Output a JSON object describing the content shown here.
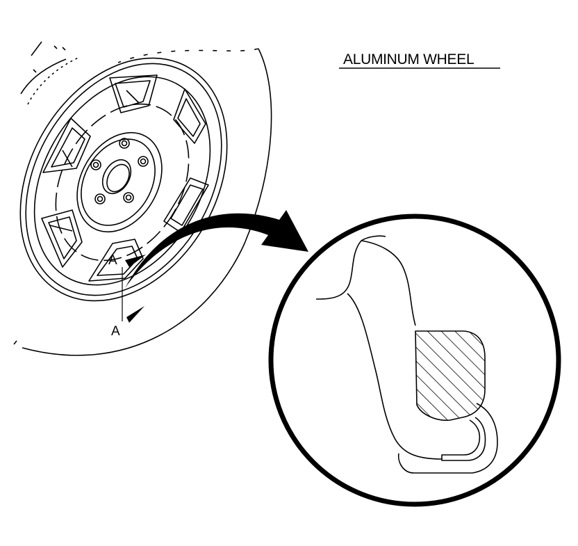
{
  "diagram": {
    "title": "ALUMINUM WHEEL",
    "section_label_top": "A",
    "section_label_bottom": "A"
  }
}
